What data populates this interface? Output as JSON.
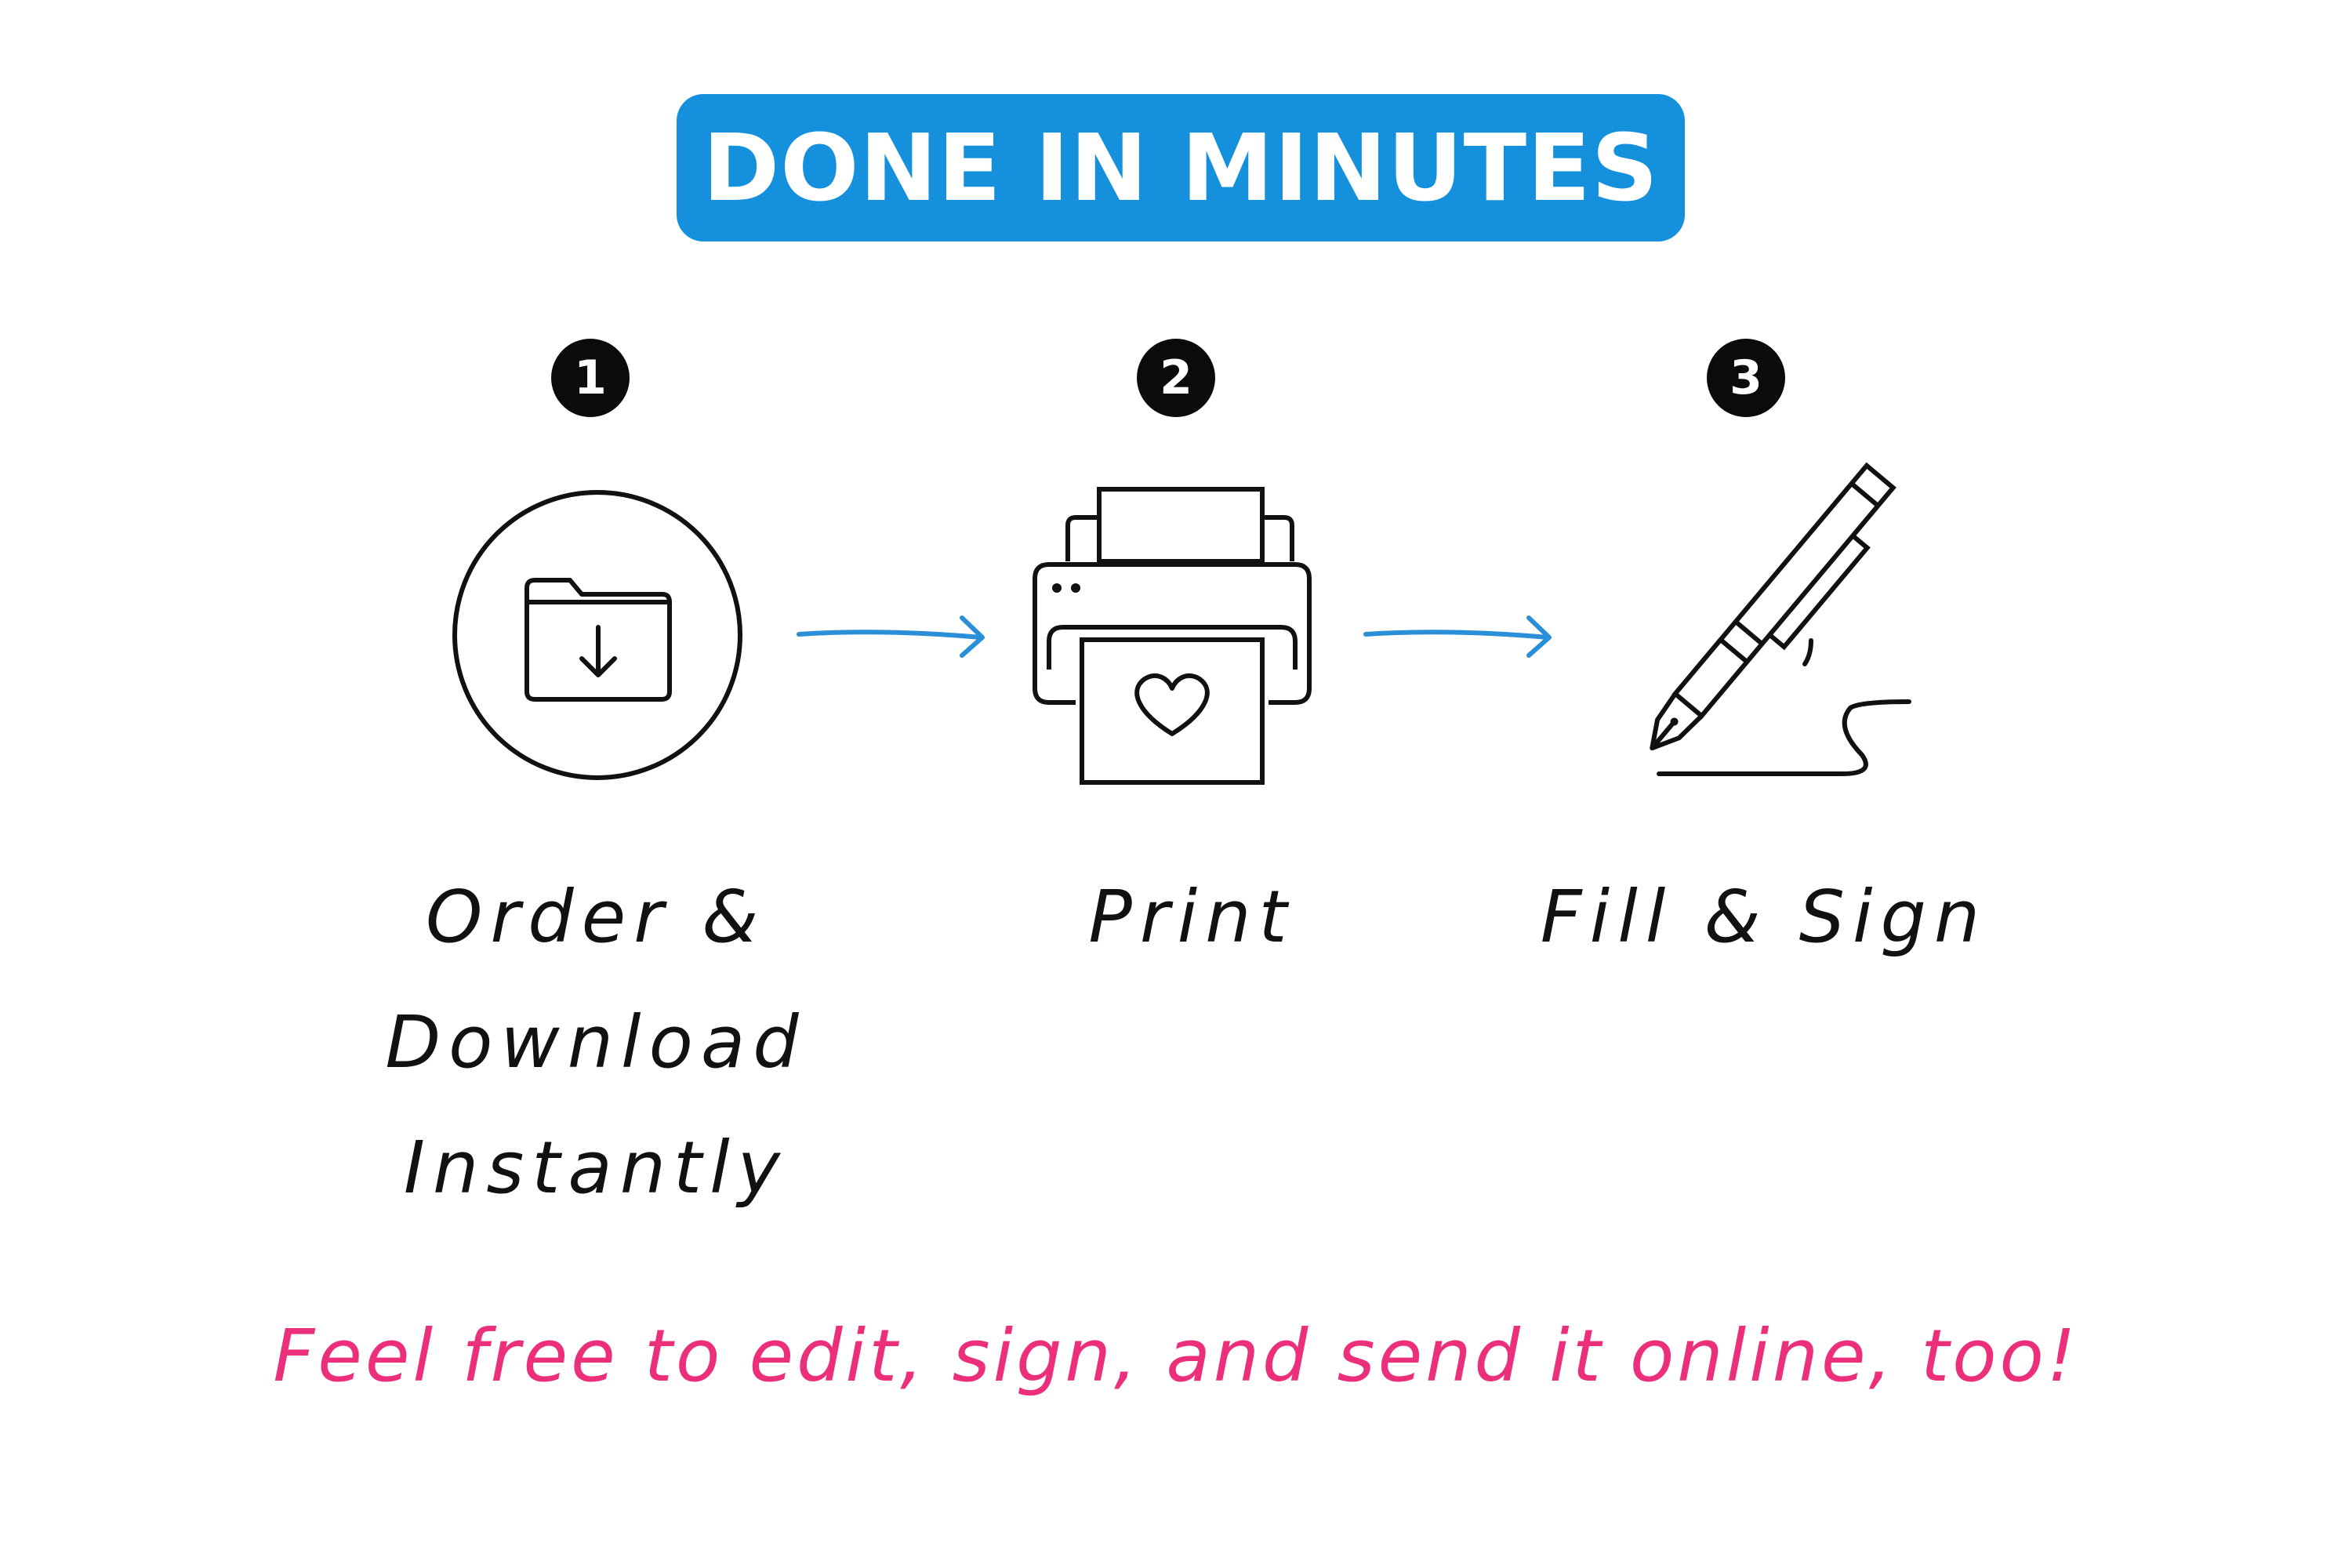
{
  "header": {
    "title": "DONE IN MINUTES"
  },
  "steps": [
    {
      "number": "1",
      "label": "Order &\nDownload\nInstantly",
      "icon": "folder-download-icon"
    },
    {
      "number": "2",
      "label": "Print",
      "icon": "printer-heart-icon"
    },
    {
      "number": "3",
      "label": "Fill & Sign",
      "icon": "fountain-pen-signature-icon"
    }
  ],
  "footer": {
    "note": "Feel free to edit, sign, and send it online, too!"
  },
  "colors": {
    "badge": "#1490dc",
    "arrow": "#2a8fd6",
    "footer_text": "#ec2f7a",
    "ink": "#111111"
  }
}
